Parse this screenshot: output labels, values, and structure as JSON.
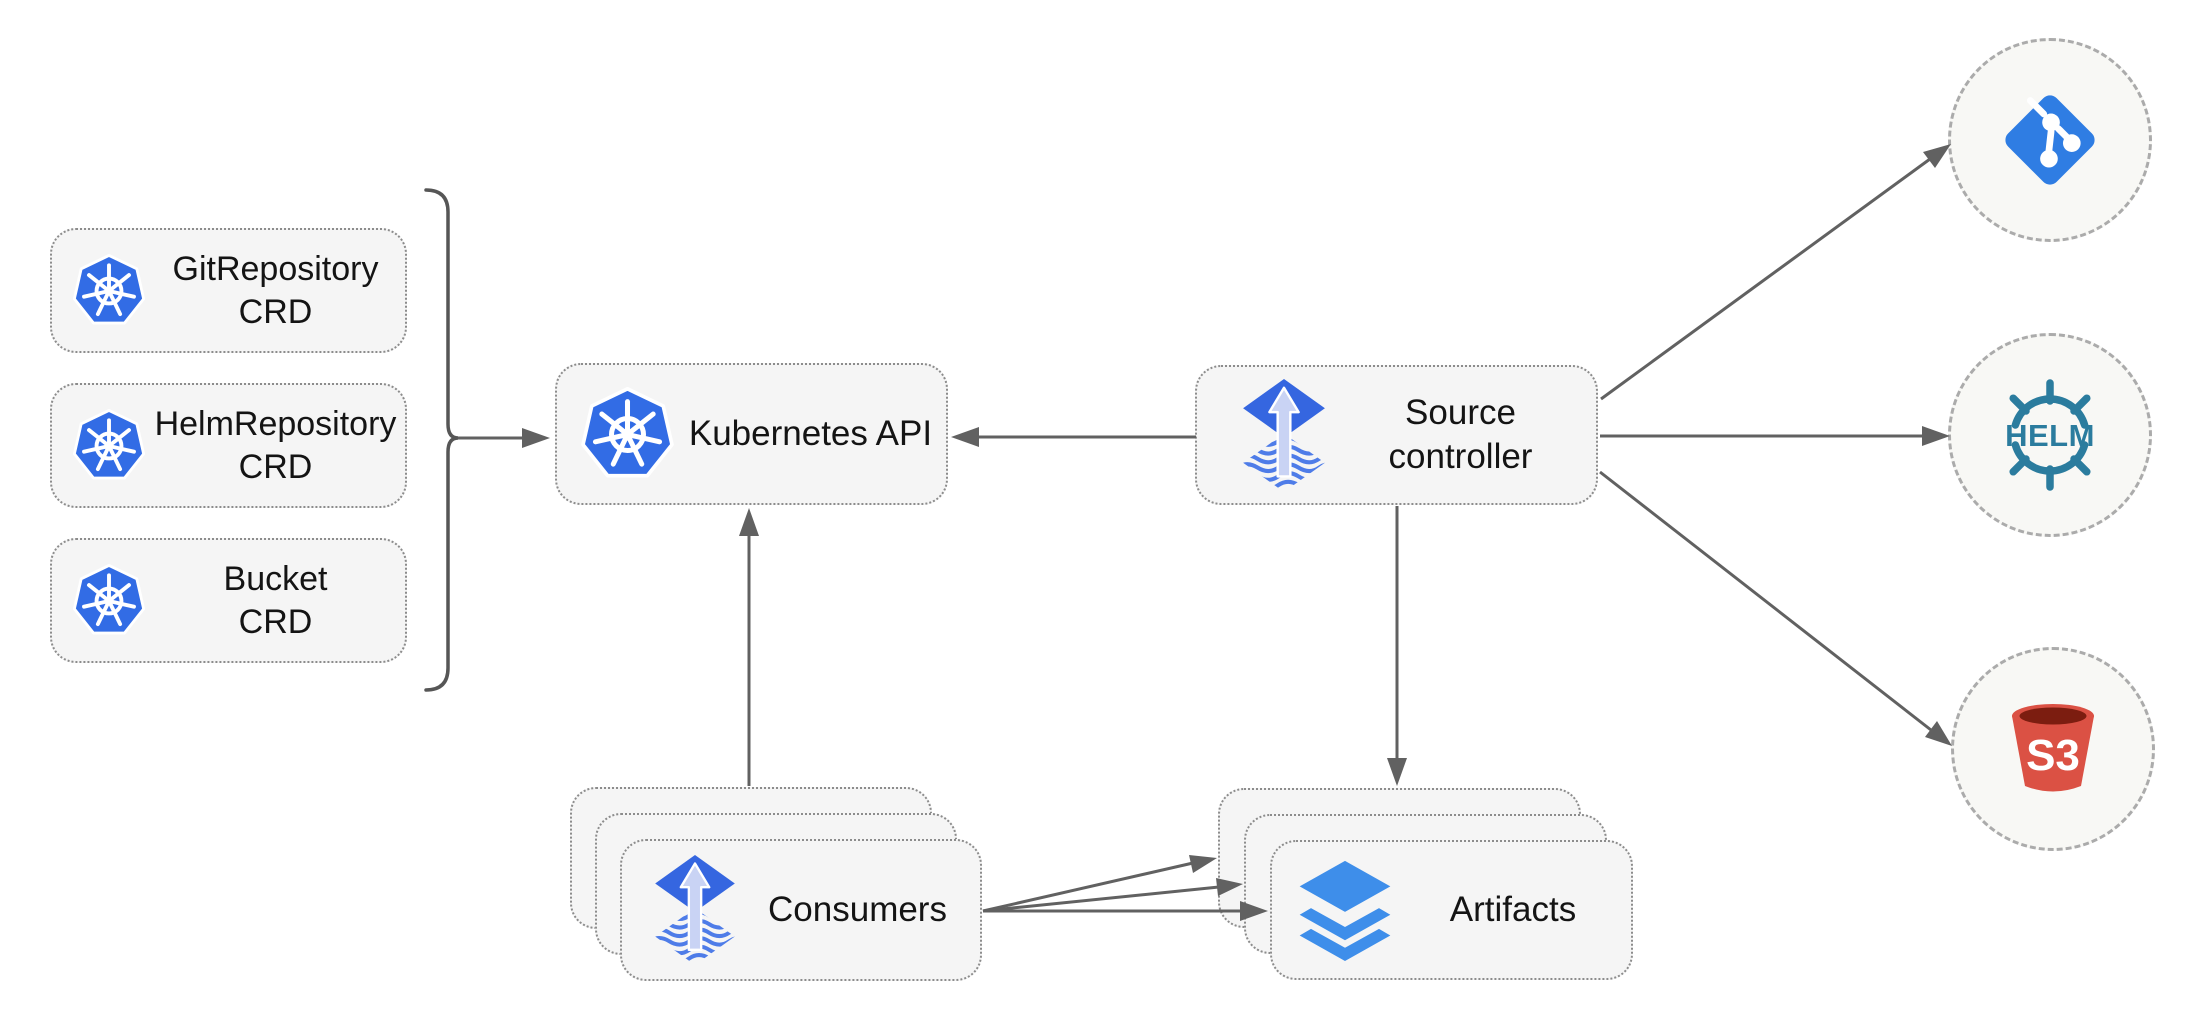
{
  "diagram": {
    "title_semantic": "Flux source-controller architecture",
    "crds": [
      {
        "line1": "GitRepository",
        "line2": "CRD"
      },
      {
        "line1": "HelmRepository",
        "line2": "CRD"
      },
      {
        "line1": "Bucket",
        "line2": "CRD"
      }
    ],
    "kubernetes_api": {
      "label": "Kubernetes API"
    },
    "source_controller": {
      "line1": "Source",
      "line2": "controller"
    },
    "consumers": {
      "label": "Consumers"
    },
    "artifacts": {
      "label": "Artifacts"
    },
    "external_sources": {
      "git": {
        "icon": "git-icon"
      },
      "helm": {
        "icon": "helm-icon",
        "text": "HELM"
      },
      "s3": {
        "icon": "s3-bucket-icon",
        "text": "S3"
      }
    },
    "icons": {
      "kubernetes": "blue-heptagon-ship-wheel",
      "flux": "blue-diamond-up-arrow-over-waves",
      "layers": "blue-stacked-layers",
      "git": "blue-rotated-square-branch-graph",
      "helm": "teal-ship-wheel-with-HELM",
      "s3": "red-bucket-with-S3"
    },
    "colors": {
      "kubernetes_blue": "#326CE5",
      "flux_blue": "#3566E0",
      "flux_arrow_light": "#C9D3F4",
      "flux_wave_blue": "#4E7CE8",
      "git_blue": "#2F7DE3",
      "helm_teal": "#2B7C9E",
      "s3_red": "#DB5144",
      "s3_dark": "#7C1D10",
      "layers_blue": "#3E8EEA",
      "edge_gray": "#616161",
      "node_fill": "#f5f5f5",
      "node_border": "#8c8c8c",
      "circle_fill": "#f8f8f5",
      "circle_border": "#ababab"
    }
  }
}
